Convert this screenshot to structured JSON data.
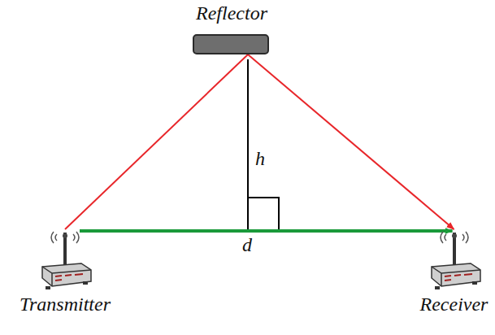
{
  "diagram": {
    "nodes": [
      {
        "text": [
          "Reflector"
        ]
      },
      {
        "text": [
          "Transmitter"
        ]
      },
      {
        "text": [
          "Receiver"
        ]
      }
    ],
    "edges": [
      {
        "from": 1,
        "to": 0,
        "arrow": "none"
      },
      {
        "from": 0,
        "to": 2,
        "arrow": "to"
      },
      {
        "from": 1,
        "to": 2,
        "arrow": "to"
      }
    ],
    "labels": [
      "h",
      "d"
    ]
  }
}
